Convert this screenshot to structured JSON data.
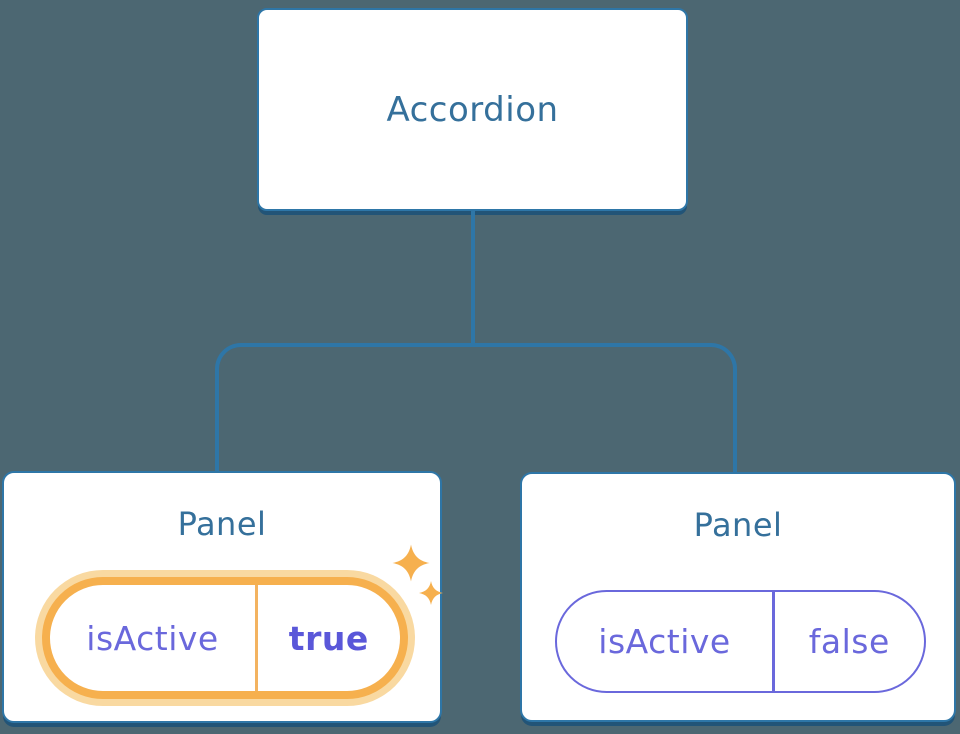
{
  "diagram": {
    "title": "component-state-tree",
    "colors": {
      "background": "#4c6772",
      "node_border_blue": "#2e76a7",
      "node_text_blue": "#35709b",
      "node_shadow": "#225477",
      "state_purple": "#6a68dc",
      "state_purple_bold": "#5a57d9",
      "highlight_orange": "#f6b04e",
      "highlight_orange_glow": "#f9d9a1"
    },
    "tree": {
      "root": {
        "label": "Accordion"
      },
      "children": [
        {
          "label": "Panel",
          "state": {
            "name": "isActive",
            "value": "true"
          },
          "highlighted": true,
          "decoration": "sparkle-icons"
        },
        {
          "label": "Panel",
          "state": {
            "name": "isActive",
            "value": "false"
          },
          "highlighted": false,
          "decoration": ""
        }
      ]
    }
  }
}
